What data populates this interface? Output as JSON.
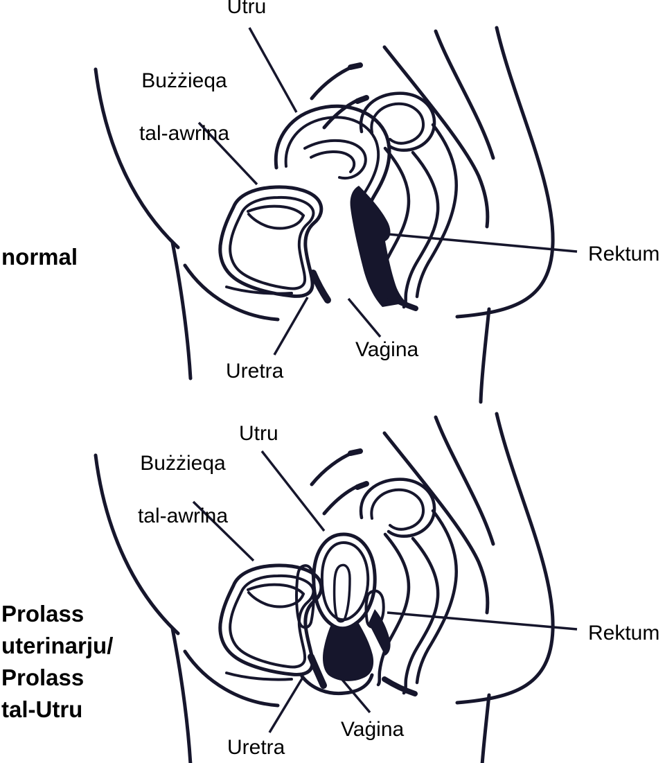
{
  "colors": {
    "ink": "#16162c",
    "text": "#000000",
    "background": "#ffffff"
  },
  "panels": [
    {
      "id": "normal",
      "title": "normal",
      "labels": {
        "uterus": "Utru",
        "bladder": [
          "Bużżieqa",
          "tal-awrina"
        ],
        "rectum": "Rektum",
        "vagina": "Vaġina",
        "urethra": "Uretra"
      }
    },
    {
      "id": "uterine-prolapse",
      "title_lines": [
        "Prolass",
        "uterinarju/",
        "Prolass",
        "tal-Utru"
      ],
      "labels": {
        "uterus": "Utru",
        "bladder": [
          "Bużżieqa",
          "tal-awrina"
        ],
        "rectum": "Rektum",
        "vagina": "Vaġina",
        "urethra": "Uretra"
      }
    }
  ]
}
